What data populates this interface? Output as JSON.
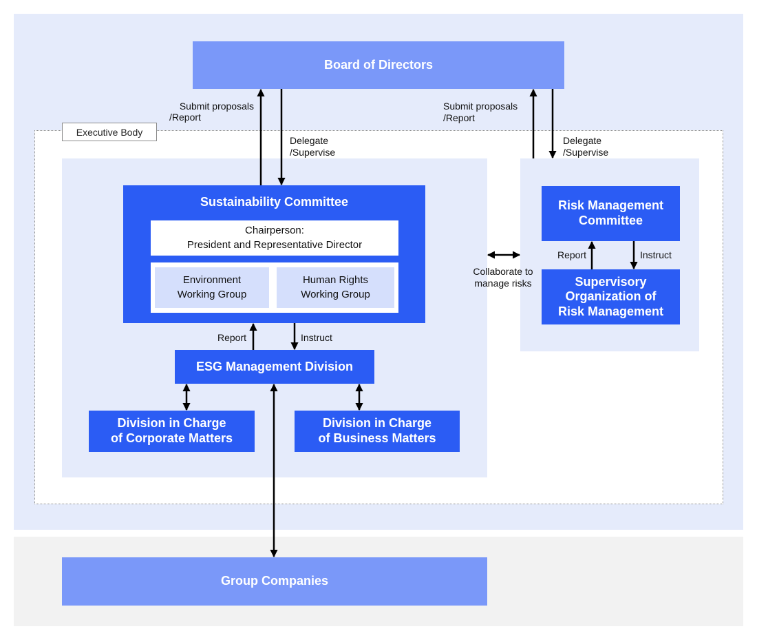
{
  "board": {
    "line1": "Board of Directors"
  },
  "executive_body": {
    "label": "Executive Body"
  },
  "left_arrows": {
    "submit_line1": "Submit proposals",
    "submit_line2": "/Report",
    "delegate_line1": "Delegate",
    "delegate_line2": "/Supervise"
  },
  "right_arrows": {
    "submit_line1": "Submit proposals",
    "submit_line2": "/Report",
    "delegate_line1": "Delegate",
    "delegate_line2": "/Supervise"
  },
  "sustainability_committee": {
    "title": "Sustainability Committee",
    "chair_line1": "Chairperson:",
    "chair_line2": "President and Representative Director",
    "wg_env_line1": "Environment",
    "wg_env_line2": "Working Group",
    "wg_hr_line1": "Human Rights",
    "wg_hr_line2": "Working Group"
  },
  "sc_esg_arrows": {
    "report": "Report",
    "instruct": "Instruct"
  },
  "esg_division": {
    "label": "ESG Management Division"
  },
  "corporate_division": {
    "line1": "Division in Charge",
    "line2": "of Corporate Matters"
  },
  "business_division": {
    "line1": "Division in Charge",
    "line2": "of Business Matters"
  },
  "collaborate": {
    "line1": "Collaborate to",
    "line2": "manage risks"
  },
  "risk_committee": {
    "line1": "Risk Management",
    "line2": "Committee"
  },
  "risk_arrows": {
    "report": "Report",
    "instruct": "Instruct"
  },
  "supervisory_org": {
    "line1": "Supervisory",
    "line2": "Organization of",
    "line3": "Risk Management"
  },
  "group_companies": {
    "label": "Group Companies"
  },
  "colors": {
    "region_top": "#e5ebfb",
    "region_bottom": "#f2f2f2",
    "light_blue_box": "#7a98f9",
    "strong_blue_box": "#2b5cf4",
    "working_group_fill": "#d5dffc"
  }
}
